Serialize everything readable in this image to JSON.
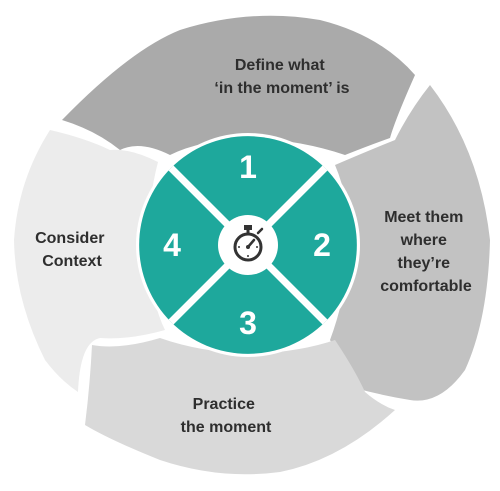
{
  "diagram": {
    "segments": [
      {
        "id": "top",
        "lines": [
          "Define what",
          "‘in the moment’ is"
        ],
        "color": "#aaaaaa",
        "number": "1"
      },
      {
        "id": "right",
        "lines": [
          "Meet them",
          "where",
          "they’re",
          "comfortable"
        ],
        "color": "#c2c2c2",
        "number": "2"
      },
      {
        "id": "bottom",
        "lines": [
          "Practice",
          "the moment"
        ],
        "color": "#d9d9d9",
        "number": "3"
      },
      {
        "id": "left",
        "lines": [
          "Consider",
          "Context"
        ],
        "color": "#ececec",
        "number": "4"
      }
    ],
    "center_icon": "stopwatch-icon",
    "accent_color": "#1ea89c"
  }
}
